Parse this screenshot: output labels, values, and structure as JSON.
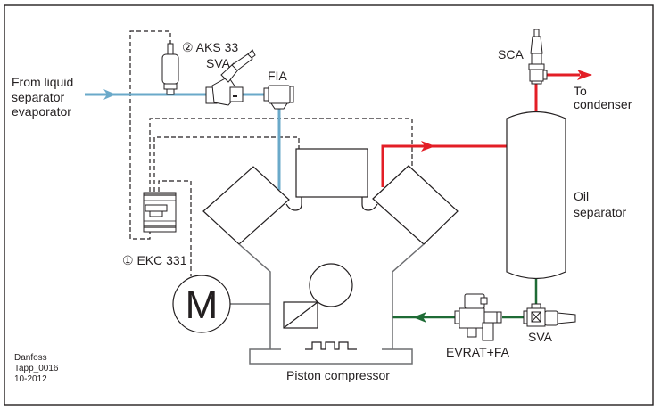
{
  "labels": {
    "inlet": [
      "From liquid",
      "separator",
      "evaporator"
    ],
    "aks33": "② AKS 33",
    "sva_top": "SVA",
    "fia": "FIA",
    "sca": "SCA",
    "to_condenser": [
      "To",
      "condenser"
    ],
    "oil_separator": [
      "Oil",
      "separator"
    ],
    "ekc331": "① EKC 331",
    "motor": "M",
    "compressor": "Piston compressor",
    "evrat": "EVRAT+FA",
    "sva_bottom": "SVA",
    "footer": [
      "Danfoss",
      "Tapp_0016",
      "10-2012"
    ]
  },
  "colors": {
    "suction_line": "#6aa9c9",
    "discharge_line": "#e31e26",
    "oil_line": "#1e6b35",
    "outline": "#231f20",
    "frame_gray": "#6d6e71"
  }
}
